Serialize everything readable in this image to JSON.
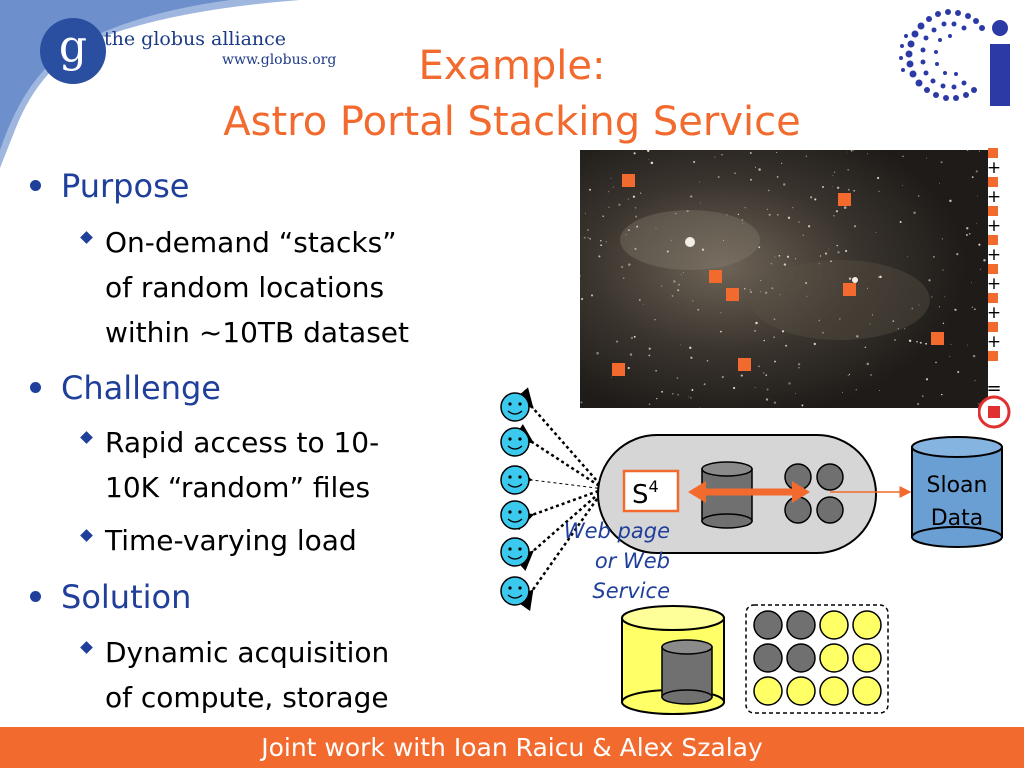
{
  "logo": {
    "letter": "g",
    "name": "the globus alliance",
    "url": "www.globus.org"
  },
  "title": {
    "line1": "Example:",
    "line2": "Astro Portal Stacking Service"
  },
  "bullets": {
    "purpose": {
      "heading": "Purpose",
      "items": [
        "On-demand “stacks”",
        "of random locations",
        "within ~10TB dataset"
      ]
    },
    "challenge": {
      "heading": "Challenge",
      "item1": [
        "Rapid access to 10-",
        "10K “random” files"
      ],
      "item2": "Time-varying load"
    },
    "solution": {
      "heading": "Solution",
      "items": [
        "Dynamic acquisition",
        "of compute, storage"
      ]
    }
  },
  "diagram": {
    "s4_base": "S",
    "s4_sup": "4",
    "service_label": [
      "Web page",
      "or Web",
      "Service"
    ],
    "sloan_label": [
      "Sloan",
      "Data"
    ],
    "stack_symbols": {
      "plus": "+",
      "equals": "="
    }
  },
  "colors": {
    "orange": "#f26a2e",
    "blue": "#1f3f9a",
    "red": "#e03030",
    "cyan": "#3bc9ee",
    "yellow": "#ffff66",
    "sloan_blue": "#6a9fd4"
  },
  "footer": {
    "text": "Joint work with Ioan Raicu & Alex Szalay"
  }
}
